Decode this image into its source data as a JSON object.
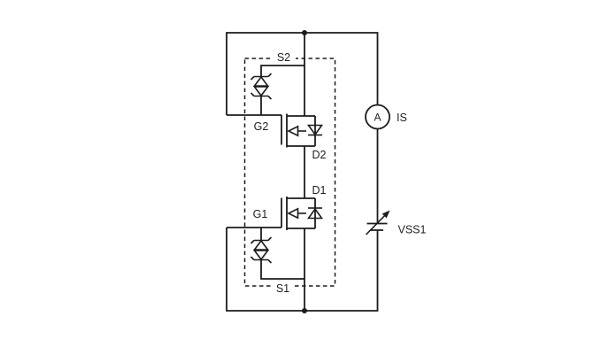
{
  "figure": {
    "type": "circuit-schematic",
    "background_color": "#ffffff",
    "line_color": "#1c1c1c",
    "labels": {
      "s2": "S2",
      "g2": "G2",
      "d2": "D2",
      "d1": "D1",
      "g1": "G1",
      "s1": "S1",
      "ammeter_letter": "A",
      "ammeter_name": "IS",
      "source_name": "VSS1"
    },
    "components": [
      {
        "name": "mosfet-upper",
        "symbol": "n-mosfet with body diode, source up (S2), drain down (D2), gate G2"
      },
      {
        "name": "mosfet-lower",
        "symbol": "n-mosfet with body diode, drain up (D1), source down (S1), gate G1"
      },
      {
        "name": "zener-clamp-upper",
        "symbol": "back-to-back zener pair between S2 node and G2 lead"
      },
      {
        "name": "zener-clamp-lower",
        "symbol": "back-to-back zener pair between G1 lead and S1 node"
      },
      {
        "name": "ammeter",
        "symbol": "circle-A ammeter in right branch"
      },
      {
        "name": "variable-dc-source",
        "symbol": "two-bar cell with diagonal adjust arrow"
      },
      {
        "name": "module-boundary",
        "symbol": "dashed rectangle around MOSFET pair"
      }
    ]
  }
}
